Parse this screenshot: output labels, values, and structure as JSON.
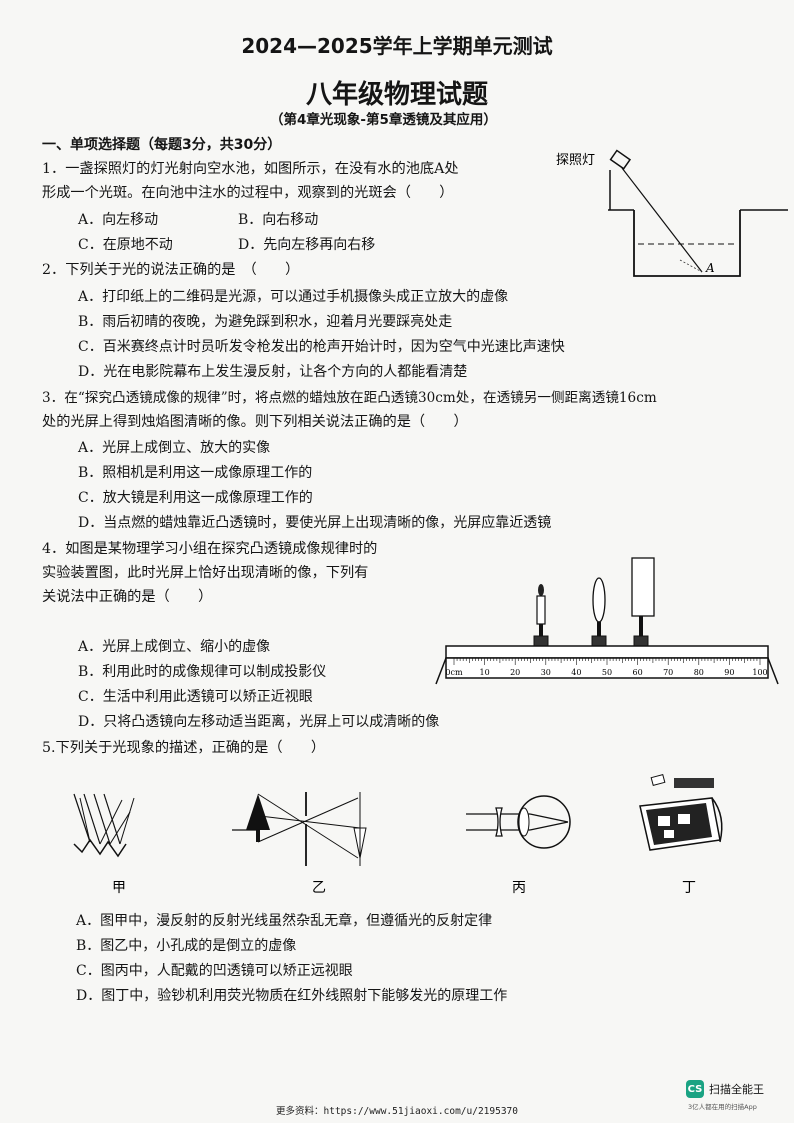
{
  "header": {
    "title_line1": "2024—2025学年上学期单元测试",
    "title_line2": "八年级物理试题",
    "subtitle": "（第4章光现象-第5章透镜及其应用）"
  },
  "section1": {
    "heading": "一、单项选择题（每题3分，共30分）"
  },
  "q1": {
    "line1": "1．一盏探照灯的灯光射向空水池，如图所示，在没有水的池底A处",
    "line2": "形成一个光斑。在向池中注水的过程中，观察到的光斑会（　　）",
    "options": [
      "A．向左移动",
      "B．向右移动",
      "C．在原地不动",
      "D．先向左移再向右移"
    ],
    "figure_label_lamp": "探照灯",
    "figure_label_a": "A"
  },
  "q2": {
    "stem": "2．下列关于光的说法正确的是　（　　）",
    "options": [
      "A．打印纸上的二维码是光源，可以通过手机摄像头成正立放大的虚像",
      "B．雨后初晴的夜晚，为避免踩到积水，迎着月光要踩亮处走",
      "C．百米赛终点计时员听发令枪发出的枪声开始计时，因为空气中光速比声速快",
      "D．光在电影院幕布上发生漫反射，让各个方向的人都能看清楚"
    ]
  },
  "q3": {
    "line1": "3．在“探究凸透镜成像的规律”时，将点燃的蜡烛放在距凸透镜30cm处，在透镜另一侧距离透镜16cm",
    "line2": "处的光屏上得到烛焰图清晰的像。则下列相关说法正确的是（　　）",
    "options": [
      "A．光屏上成倒立、放大的实像",
      "B．照相机是利用这一成像原理工作的",
      "C．放大镜是利用这一成像原理工作的",
      "D．当点燃的蜡烛靠近凸透镜时，要使光屏上出现清晰的像，光屏应靠近透镜"
    ]
  },
  "q4": {
    "line1": "4．如图是某物理学习小组在探究凸透镜成像规律时的",
    "line2": "实验装置图，此时光屏上恰好出现清晰的像，下列有",
    "line3": "关说法中正确的是（　　）",
    "options": [
      "A．光屏上成倒立、缩小的虚像",
      "B．利用此时的成像规律可以制成投影仪",
      "C．生活中利用此透镜可以矫正近视眼",
      "D．只将凸透镜向左移动适当距离，光屏上可以成清晰的像"
    ],
    "ruler_ticks": [
      "0cm",
      "10",
      "20",
      "30",
      "40",
      "50",
      "60",
      "70",
      "80",
      "90",
      "100"
    ]
  },
  "q5": {
    "stem": "5.下列关于光现象的描述，正确的是（　　）",
    "figure_labels": [
      "甲",
      "乙",
      "丙",
      "丁"
    ],
    "options": [
      "A．图甲中，漫反射的反射光线虽然杂乱无章，但遵循光的反射定律",
      "B．图乙中，小孔成的是倒立的虚像",
      "C．图丙中，人配戴的凹透镜可以矫正远视眼",
      "D．图丁中，验钞机利用荧光物质在红外线照射下能够发光的原理工作"
    ]
  },
  "footer": {
    "resource_text": "更多资料：https://www.51jiaoxi.com/u/2195370",
    "app_badge": "CS",
    "app_name": "扫描全能王",
    "app_tagline": "3亿人都在用的扫描App"
  }
}
